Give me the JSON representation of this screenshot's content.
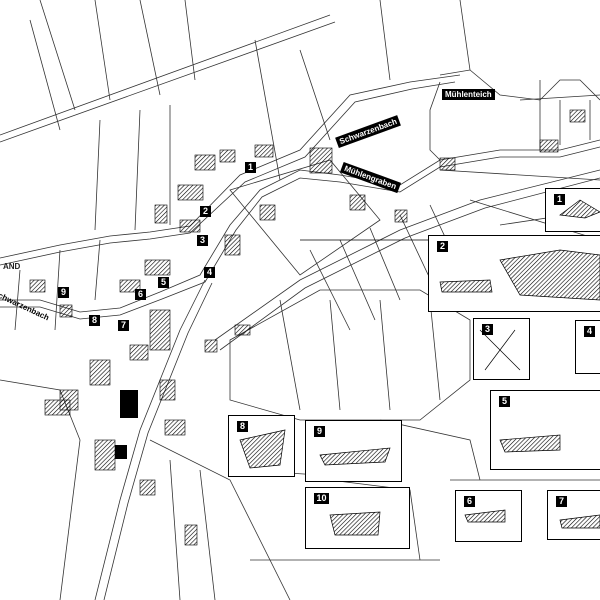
{
  "map": {
    "labels": {
      "muehlenteich": "Mühlenteich",
      "schwarzenbach_east": "Schwarzenbach",
      "muehlengraben": "Mühlengraben",
      "schwarzenbach_west": "Schwarzenbach",
      "land_fragment": "AND"
    },
    "markers": [
      "1",
      "2",
      "3",
      "4",
      "5",
      "6",
      "7",
      "8",
      "9"
    ],
    "insets": [
      "1",
      "2",
      "3",
      "4",
      "5",
      "6",
      "7",
      "8",
      "9",
      "10"
    ]
  }
}
